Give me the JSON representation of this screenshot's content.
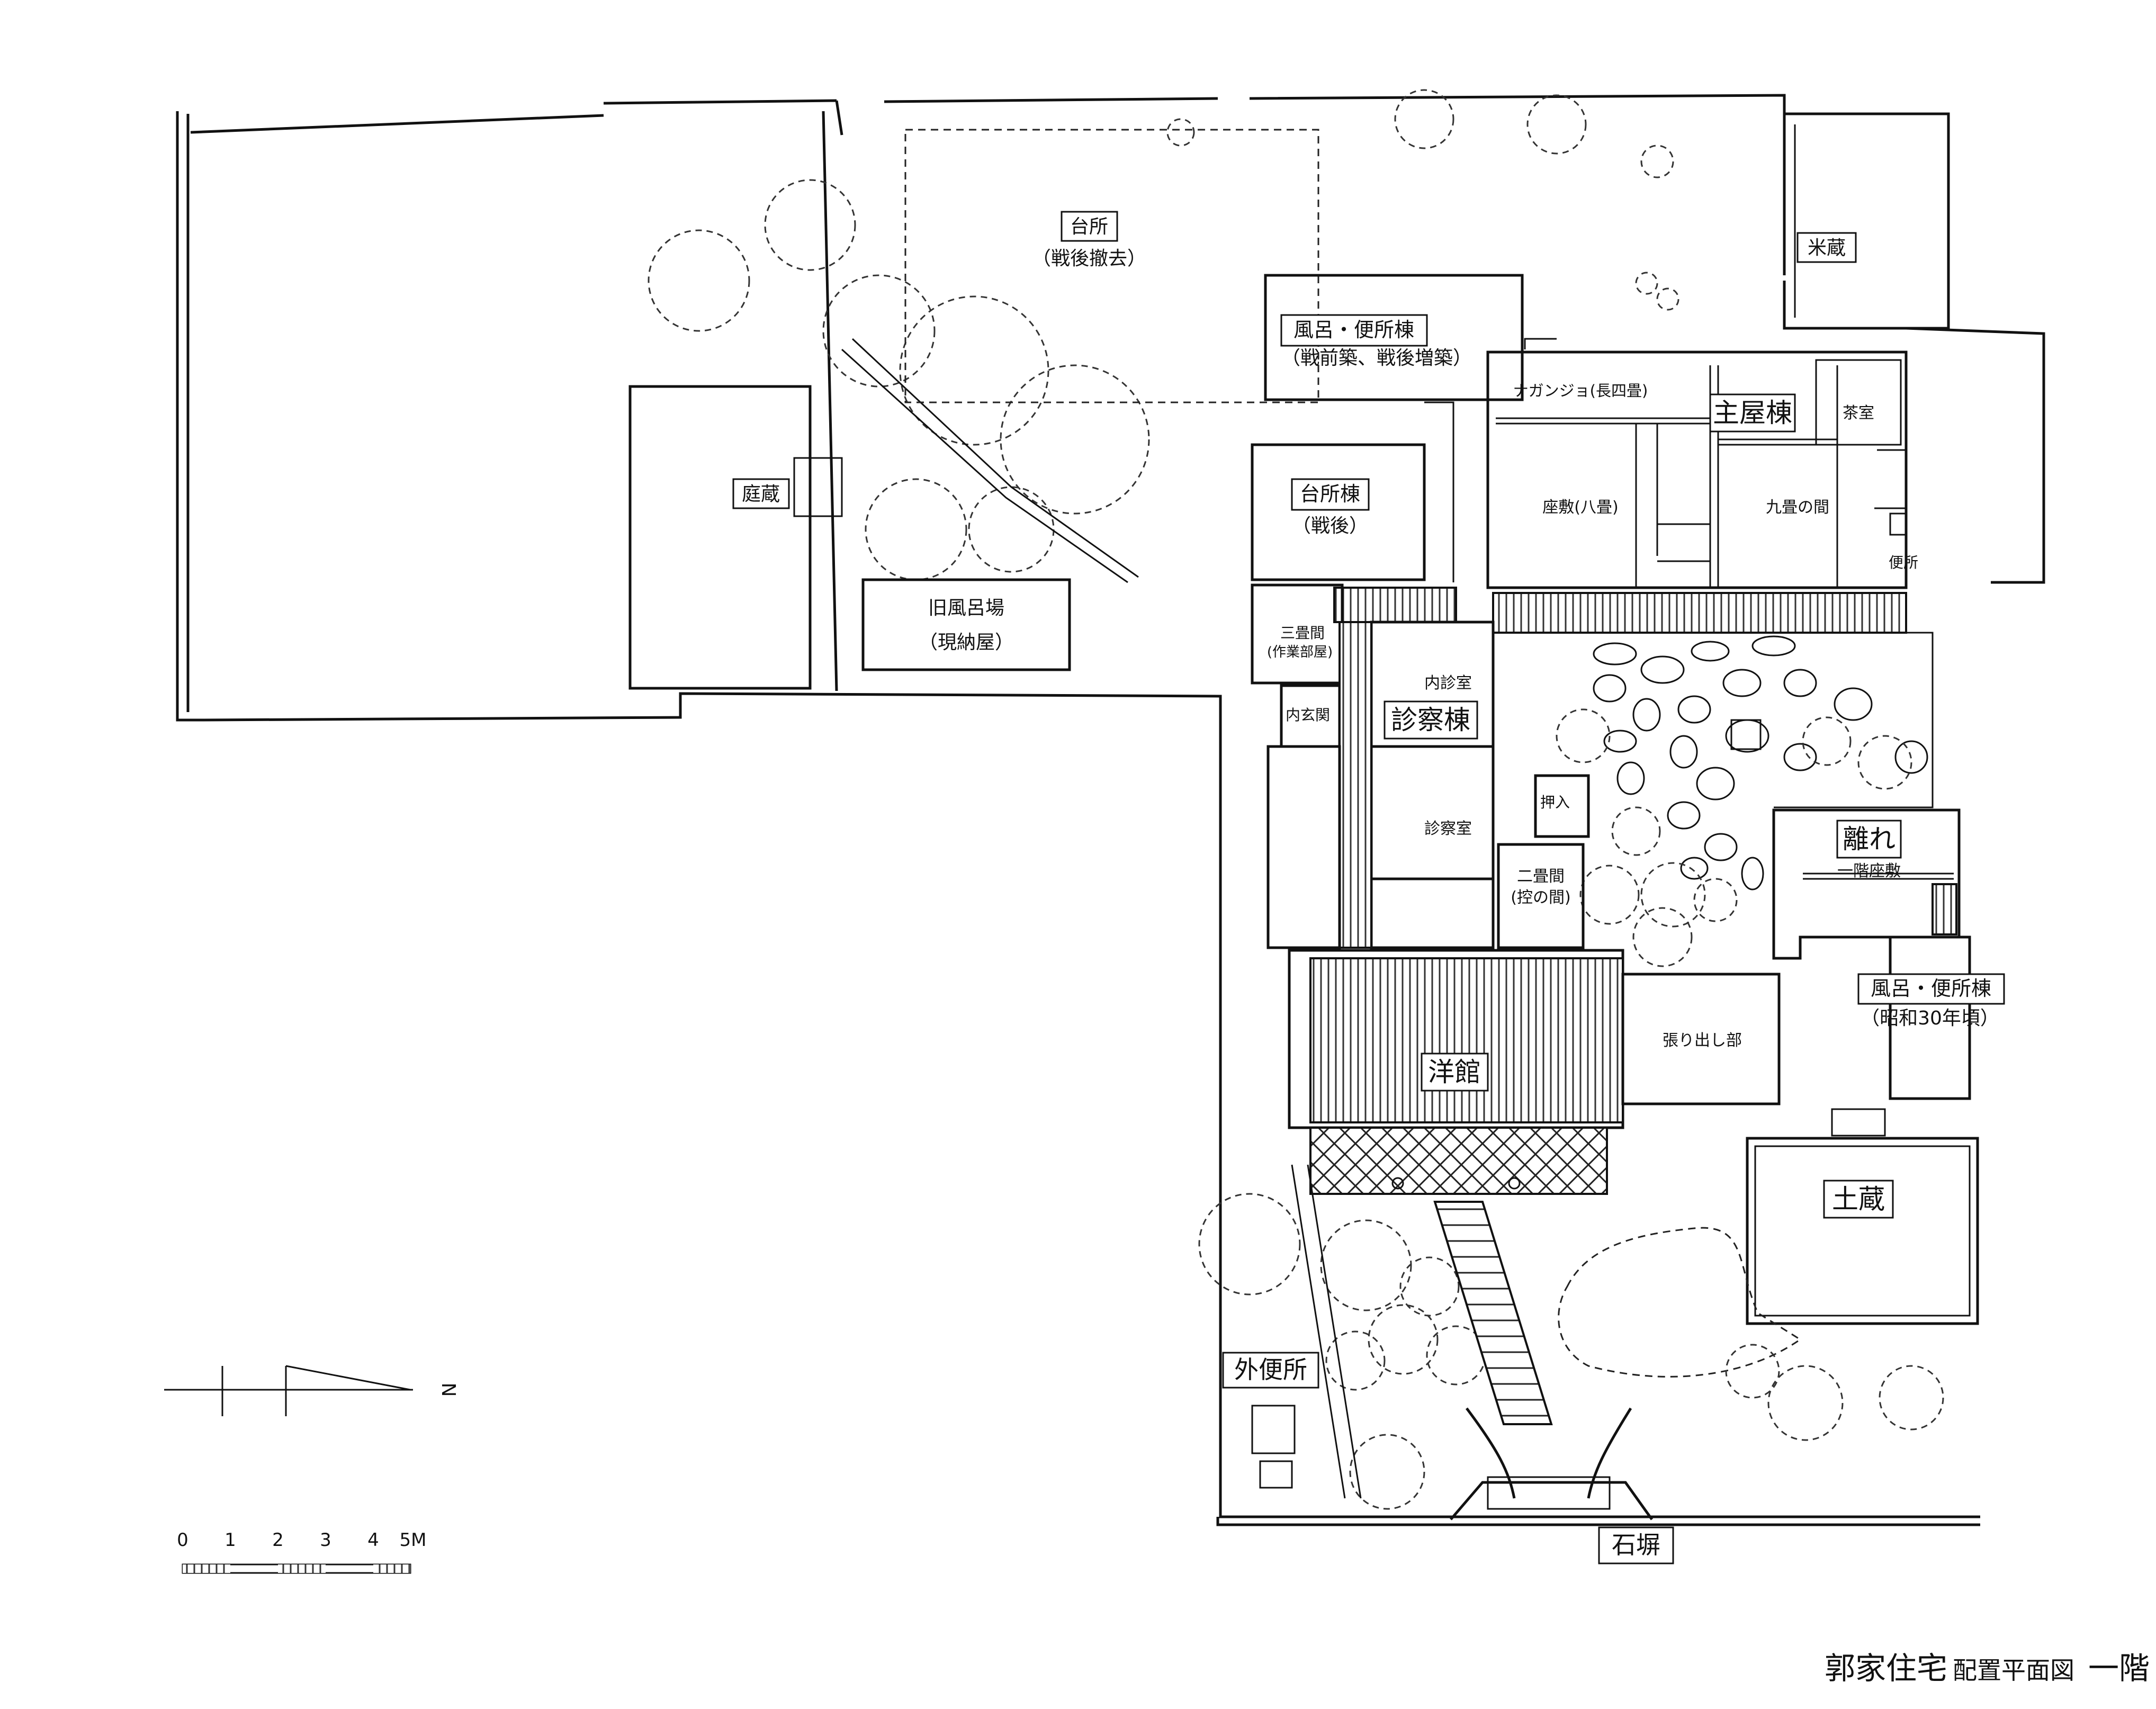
{
  "title": {
    "main": "郭家住宅",
    "sub": "配置平面図",
    "floor": "一階"
  },
  "labels": {
    "daidokoro": "台所",
    "daidokoro_note": "（戦後撤去）",
    "kome_gura": "米蔵",
    "furo_benjo_mune_1": "風呂・便所棟",
    "furo_benjo_note_1": "（戦前築、戦後増築）",
    "nagajo": "ナガンジョ(長四畳)",
    "omoya": "主屋棟",
    "chashitsu": "茶室",
    "niwa_gura": "庭蔵",
    "daidokoro_mune": "台所棟",
    "daidokoro_mune_note": "（戦後）",
    "zashiki_8": "座敷(八畳)",
    "kyujo": "九畳の間",
    "benjo": "便所",
    "kyu_furoba": "旧風呂場",
    "kyu_furoba_note": "（現納屋）",
    "sanjo": "三畳間",
    "sanjo_note": "(作業部屋)",
    "nai_shinshitsu": "内診室",
    "nai_genkan": "内玄関",
    "shinsatsu_mune": "診察棟",
    "oshiire": "押入",
    "shinsatsu_shitsu": "診察室",
    "hanare": "離れ",
    "ikkai_zashiki": "一階座敷",
    "nijo": "二畳間",
    "nijo_note": "(控の間)",
    "furo_benjo_mune_2": "風呂・便所棟",
    "furo_benjo_note_2": "（昭和30年頃）",
    "hariashi": "張り出し部",
    "yokan": "洋館",
    "dozo": "土蔵",
    "soto_benjo": "外便所",
    "ishibei": "石塀"
  },
  "north_label": "N",
  "scale": {
    "ticks": [
      "0",
      "1",
      "2",
      "3",
      "4",
      "5M"
    ]
  }
}
